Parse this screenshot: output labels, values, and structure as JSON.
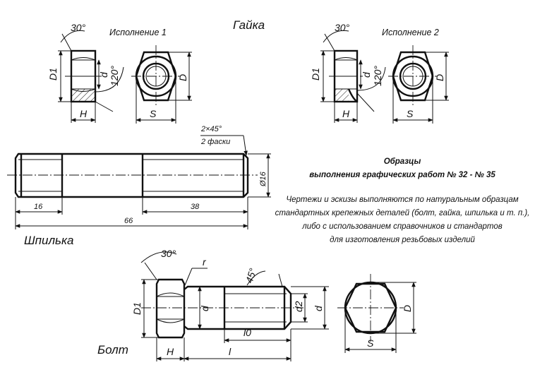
{
  "labels": {
    "nut": "Гайка",
    "variant1": "Исполнение 1",
    "variant2": "Исполнение 2",
    "stud": "Шпилька",
    "bolt": "Болт"
  },
  "dims": {
    "angle30": "30°",
    "angle120": "120°",
    "angle45": "45°",
    "D1": "D1",
    "d": "d",
    "D": "D",
    "H": "H",
    "S": "S",
    "r": "r",
    "l": "l",
    "l0": "l0",
    "d2": "d2",
    "chamfer": "2×45°",
    "chamfer_count": "2 фаски",
    "dia16": "Ø16",
    "len16": "16",
    "len38": "38",
    "len66": "66"
  },
  "note": {
    "title1": "Образцы",
    "title2": "выполнения графических работ № 32 - № 35",
    "line1": "Чертежи и эскизы выполняются по натуральным образцам",
    "line2": "стандартных крепежных деталей (болт, гайка, шпилька и т. п.),",
    "line3": "либо с использованием справочников и стандартов",
    "line4": "для изготовления резьбовых изделий"
  }
}
